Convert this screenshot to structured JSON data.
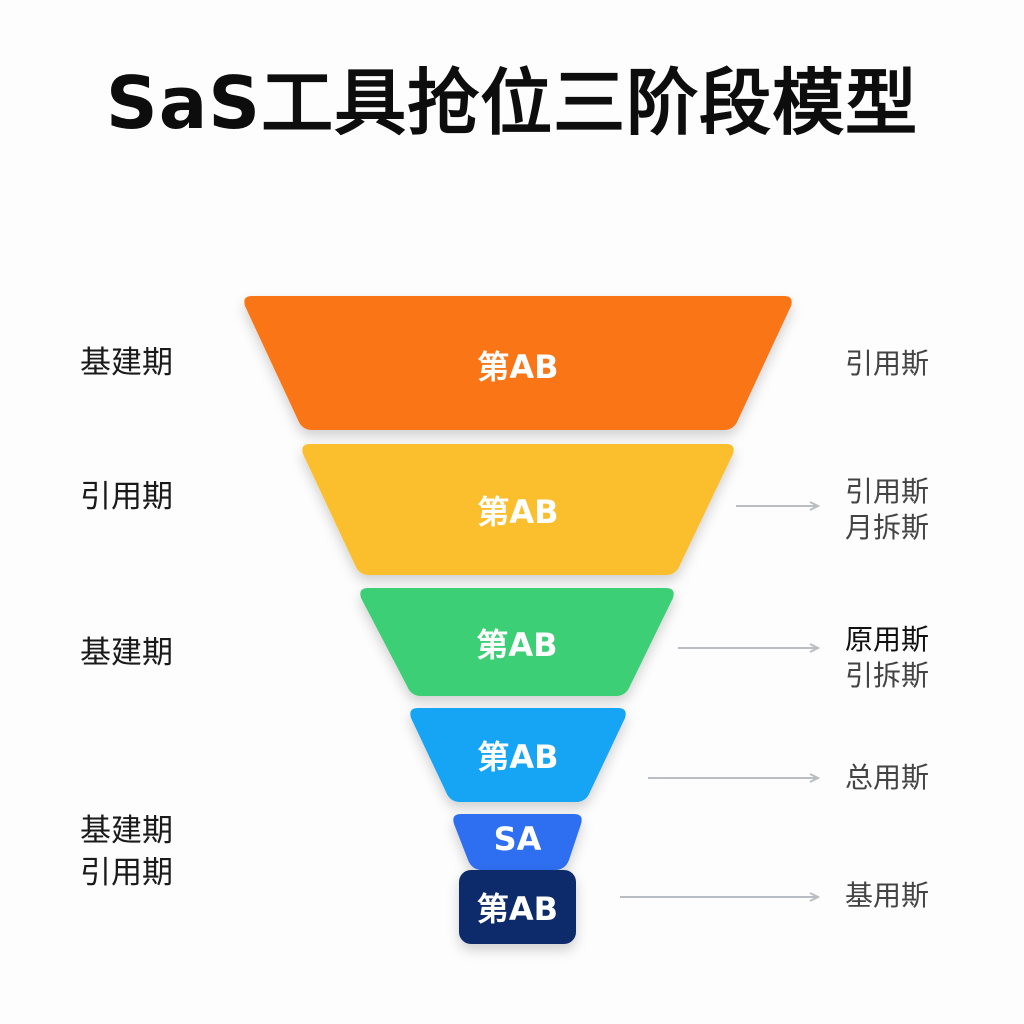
{
  "title": "SaS工具抢位三阶段模型",
  "segments": [
    {
      "label": "第AB",
      "color": "#f97516"
    },
    {
      "label": "第AB",
      "color": "#fbbf2d"
    },
    {
      "label": "第AB",
      "color": "#3ecf75"
    },
    {
      "label": "第AB",
      "color": "#14a4f5"
    },
    {
      "label": "SA",
      "color": "#2f6ef0"
    },
    {
      "label": "第AB",
      "color": "#0e2a6b"
    }
  ],
  "left_labels": [
    {
      "lines": [
        "基建期"
      ]
    },
    {
      "lines": [
        "引用期"
      ]
    },
    {
      "lines": [
        "基建期"
      ]
    },
    {
      "lines": [
        "基建期",
        "引用期"
      ]
    }
  ],
  "right_notes": [
    {
      "lines": [
        "引用斯"
      ]
    },
    {
      "lines": [
        "引用斯",
        "月拆斯"
      ]
    },
    {
      "lines": [
        "原用斯",
        "引拆斯"
      ]
    },
    {
      "lines": [
        "总用斯"
      ]
    },
    {
      "lines": [
        "基用斯"
      ]
    }
  ],
  "colors": {
    "connector": "#b9bec4"
  }
}
